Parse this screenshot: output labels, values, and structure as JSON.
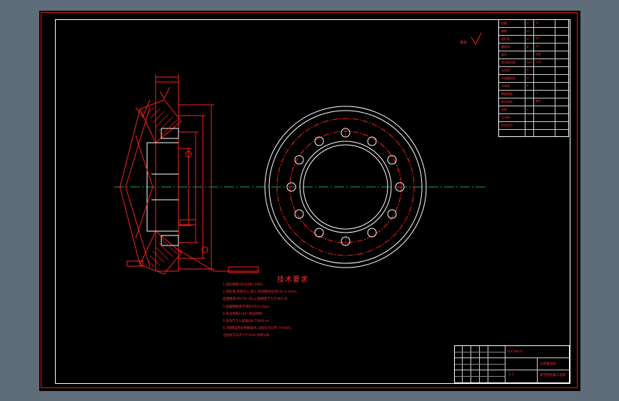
{
  "technical_requirements": {
    "title": "技术要求",
    "items": [
      "1.齿轮精度GB10095-2001.",
      "2.热处理,渗碳淬火,回火,有效硬化层深0.8~1.2mm,",
      "  齿面硬度HRC58~62,心部硬度不大于HRC35.",
      "3.齿面粗糙度不得低于Ra1.6μm.",
      "4.未注倒角1x45°,锐边倒钝.",
      "5.未注尺寸公差按GB/T1804-m.",
      "6.7级精度检验接触斑点,沿齿长方向不少于60%,",
      "  沿齿高方向不少于50%,对称分布."
    ]
  },
  "param_table": {
    "rows": [
      {
        "label": "齿数",
        "sym": "z",
        "val": "41"
      },
      {
        "label": "模数",
        "sym": "m",
        "val": ""
      },
      {
        "label": "齿形角",
        "sym": "α",
        "val": "20°"
      },
      {
        "label": "螺旋角",
        "sym": "β",
        "val": "35°"
      },
      {
        "label": "旋向",
        "sym": "",
        "val": "右旋"
      },
      {
        "label": "齿顶高系数",
        "sym": "ha*",
        "val": "0.85"
      },
      {
        "label": "全齿高",
        "sym": "h",
        "val": ""
      },
      {
        "label": "分度圆直径",
        "sym": "d",
        "val": ""
      },
      {
        "label": "节锥角",
        "sym": "δ",
        "val": ""
      },
      {
        "label": "精度等级",
        "sym": "",
        "val": "7"
      },
      {
        "label": "配对齿轮",
        "sym": "",
        "val": "图号"
      },
      {
        "label": "齿厚",
        "sym": "s",
        "val": ""
      },
      {
        "label": "公法线",
        "sym": "",
        "val": ""
      },
      {
        "label": "检验项目",
        "sym": "",
        "val": ""
      },
      {
        "label": "",
        "sym": "",
        "val": ""
      }
    ]
  },
  "title_block": {
    "drawing_name": "从动锥齿轮",
    "organization": "某学院机械工程系",
    "material": "20CrMnTi",
    "scale": "1:1"
  },
  "roughness_mark": "其余"
}
